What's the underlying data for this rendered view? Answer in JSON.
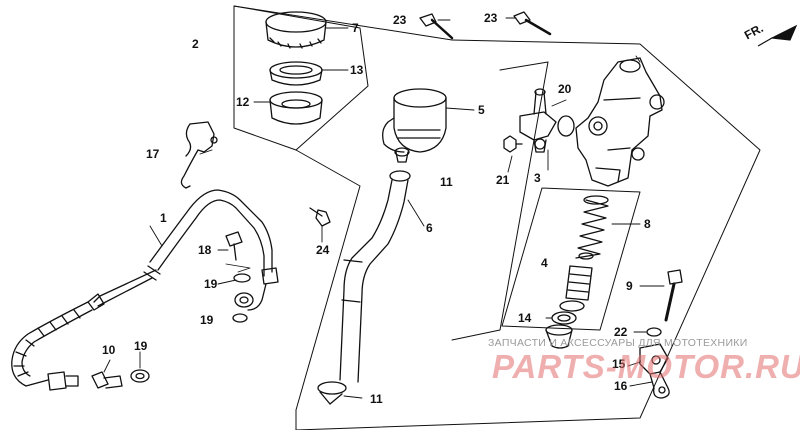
{
  "diagram": {
    "callouts": {
      "c1": "1",
      "c2": "2",
      "c3": "3",
      "c4": "4",
      "c5": "5",
      "c6": "6",
      "c7": "7",
      "c8": "8",
      "c9": "9",
      "c10": "10",
      "c11a": "11",
      "c11b": "11",
      "c12": "12",
      "c13": "13",
      "c14": "14",
      "c15": "15",
      "c16": "16",
      "c17": "17",
      "c18": "18",
      "c19a": "19",
      "c19b": "19",
      "c19c": "19",
      "c20": "20",
      "c21": "21",
      "c22": "22",
      "c23a": "23",
      "c23b": "23",
      "c24": "24"
    },
    "direction_marker": "FR.",
    "watermark_caption": "ЗАПЧАСТИ И АКСЕССУАРЫ ДЛЯ МОТОТЕХНИКИ",
    "watermark_logo": "PARTS-MOTOR.RU",
    "colors": {
      "ink": "#111111",
      "watermark_logo": "#e07070",
      "watermark_caption": "#9a9a9a"
    }
  }
}
